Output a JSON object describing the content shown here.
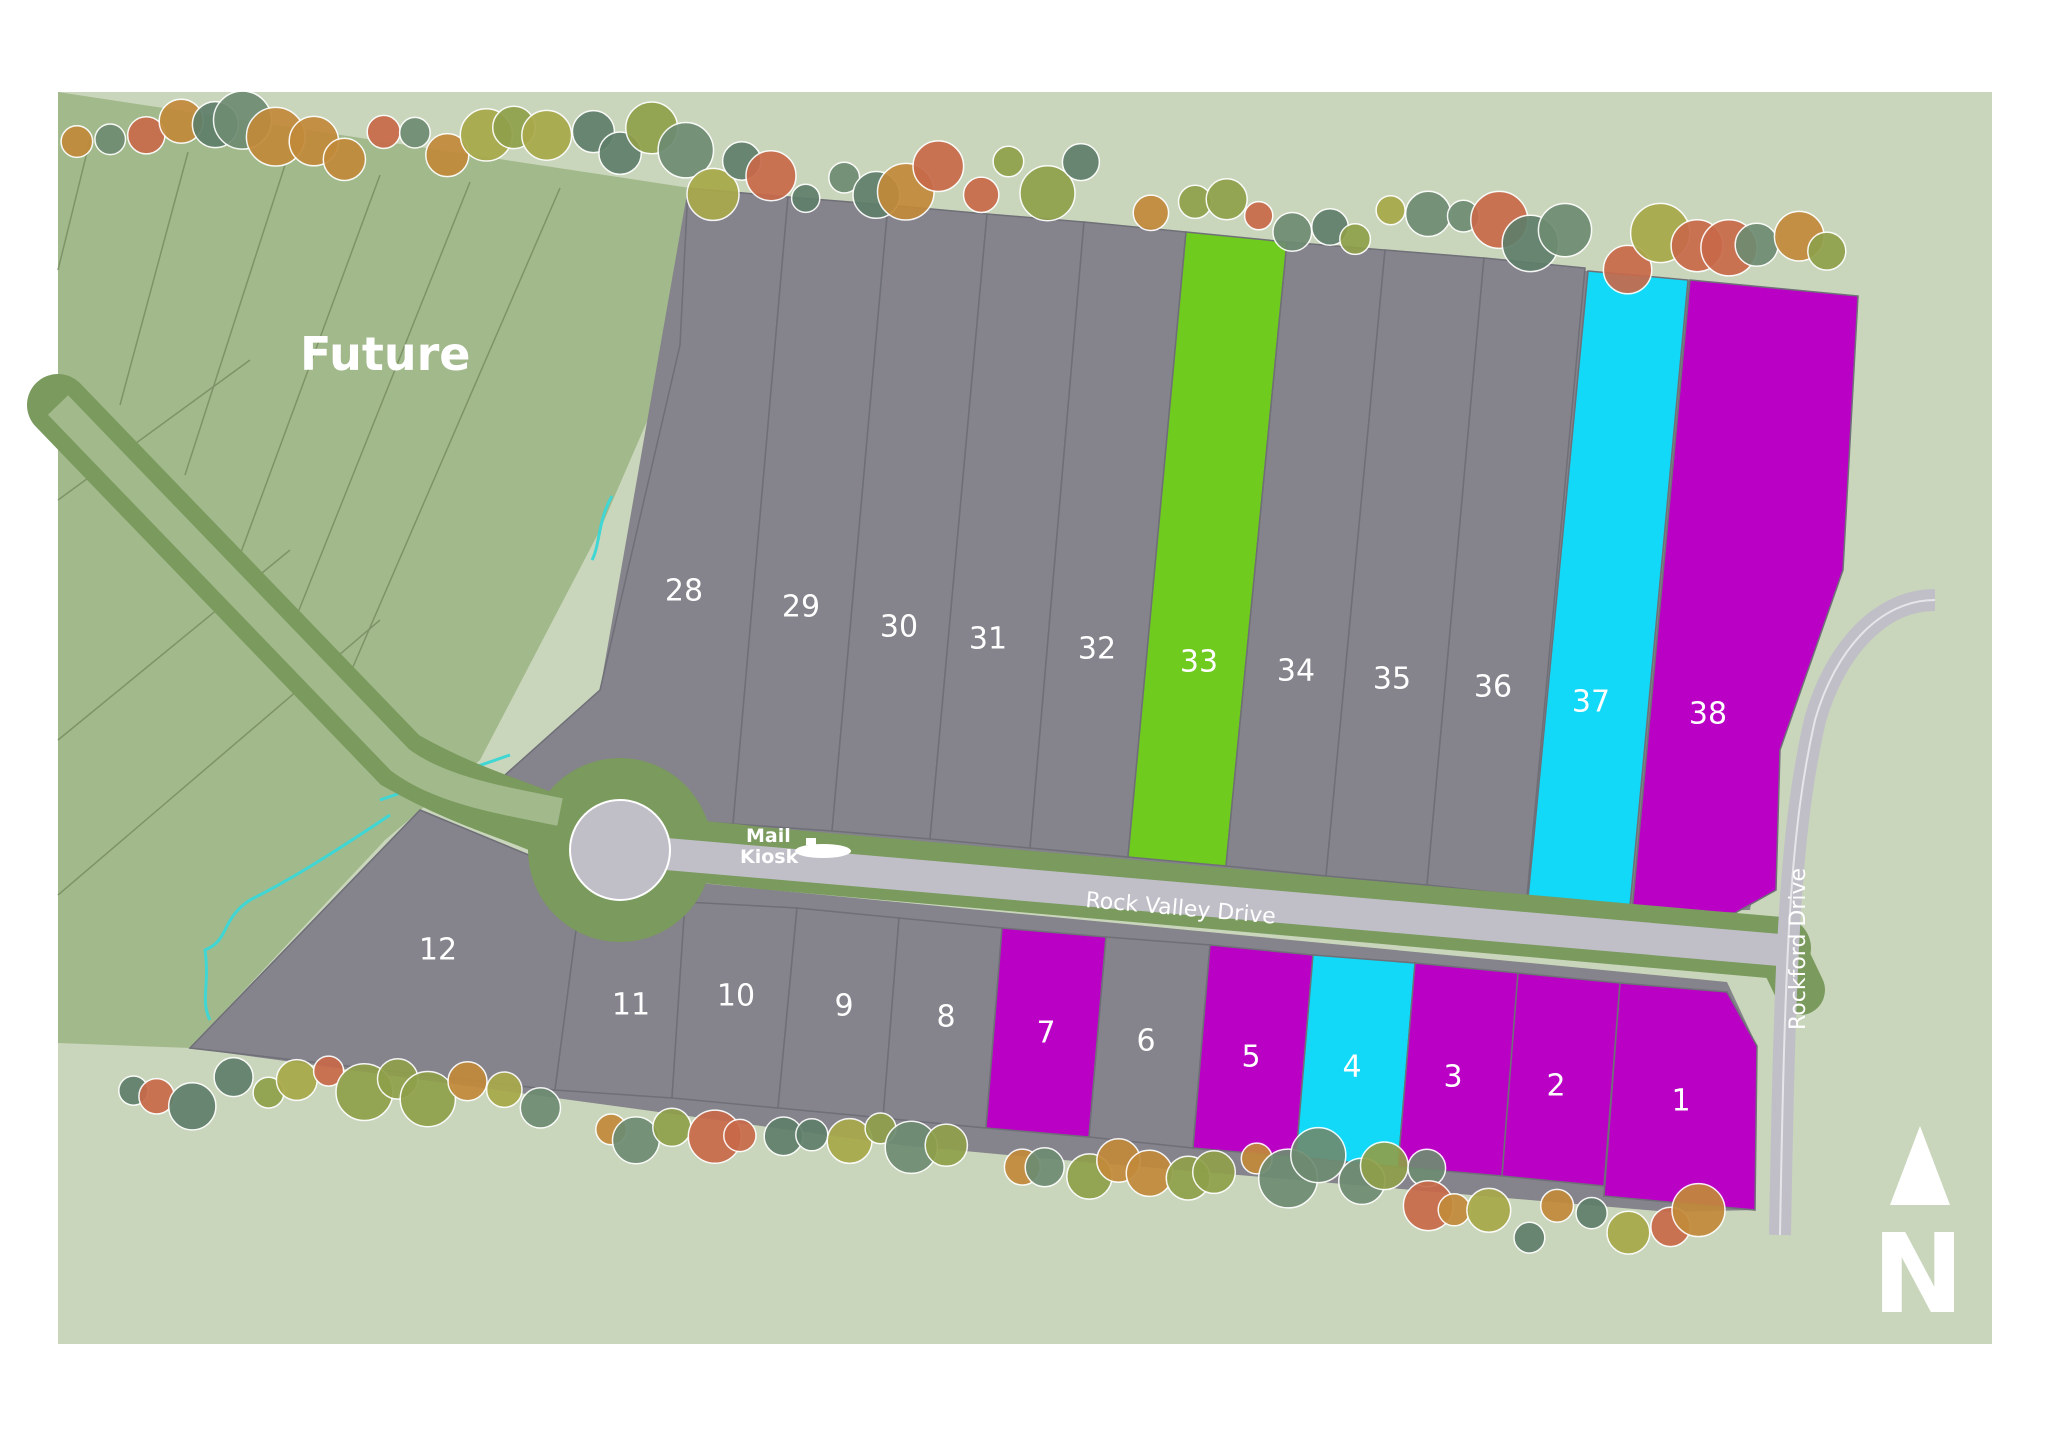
{
  "map": {
    "future_label": "Future",
    "road_main": "Rock Valley Drive",
    "road_side": "Rockford Drive",
    "kiosk_line1": "Mail",
    "kiosk_line2": "Kiosk",
    "north_letter": "N"
  },
  "legend_colors": {
    "gray": "#85838b",
    "green": "#6fcb1e",
    "cyan": "#12d9f7",
    "purple": "#bb00c5"
  },
  "lots": [
    {
      "label": "1",
      "color": "purple"
    },
    {
      "label": "2",
      "color": "purple"
    },
    {
      "label": "3",
      "color": "purple"
    },
    {
      "label": "4",
      "color": "cyan"
    },
    {
      "label": "5",
      "color": "purple"
    },
    {
      "label": "6",
      "color": "gray"
    },
    {
      "label": "7",
      "color": "purple"
    },
    {
      "label": "8",
      "color": "gray"
    },
    {
      "label": "9",
      "color": "gray"
    },
    {
      "label": "10",
      "color": "gray"
    },
    {
      "label": "11",
      "color": "gray"
    },
    {
      "label": "12",
      "color": "gray"
    },
    {
      "label": "28",
      "color": "gray"
    },
    {
      "label": "29",
      "color": "gray"
    },
    {
      "label": "30",
      "color": "gray"
    },
    {
      "label": "31",
      "color": "gray"
    },
    {
      "label": "32",
      "color": "gray"
    },
    {
      "label": "33",
      "color": "green"
    },
    {
      "label": "34",
      "color": "gray"
    },
    {
      "label": "35",
      "color": "gray"
    },
    {
      "label": "36",
      "color": "gray"
    },
    {
      "label": "37",
      "color": "cyan",
      "selected": true
    },
    {
      "label": "38",
      "color": "purple"
    }
  ]
}
